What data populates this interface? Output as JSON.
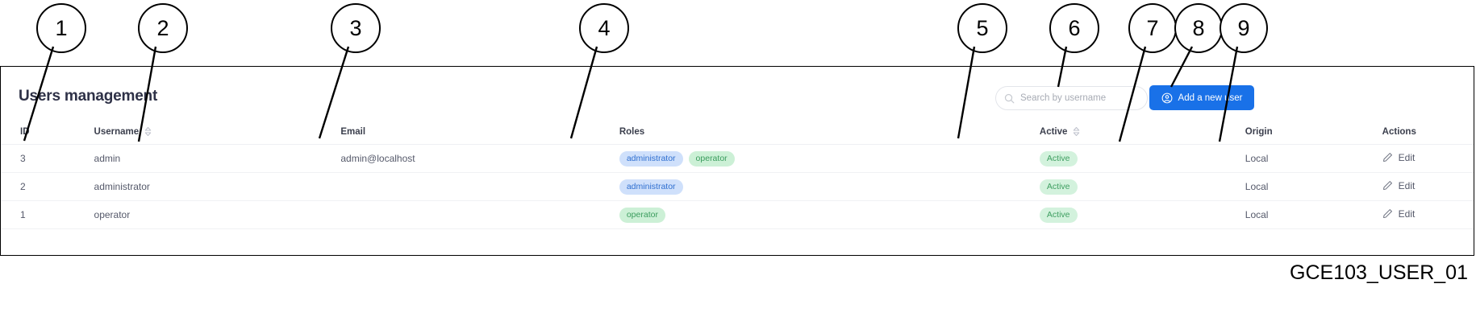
{
  "figure": {
    "caption": "GCE103_USER_01",
    "callouts": [
      {
        "number": "1"
      },
      {
        "number": "2"
      },
      {
        "number": "3"
      },
      {
        "number": "4"
      },
      {
        "number": "5"
      },
      {
        "number": "6"
      },
      {
        "number": "7"
      },
      {
        "number": "8"
      },
      {
        "number": "9"
      }
    ]
  },
  "header": {
    "title": "Users management"
  },
  "search": {
    "placeholder": "Search by username",
    "value": "",
    "icon": "search-icon"
  },
  "add_button": {
    "label": "Add a new user",
    "icon": "user-circle-icon",
    "color": "#1971e8"
  },
  "table": {
    "columns": [
      {
        "key": "id",
        "label": "ID",
        "sortable": false
      },
      {
        "key": "username",
        "label": "Username",
        "sortable": true
      },
      {
        "key": "email",
        "label": "Email",
        "sortable": false
      },
      {
        "key": "roles",
        "label": "Roles",
        "sortable": false
      },
      {
        "key": "active",
        "label": "Active",
        "sortable": true
      },
      {
        "key": "origin",
        "label": "Origin",
        "sortable": false
      },
      {
        "key": "actions",
        "label": "Actions",
        "sortable": false
      }
    ],
    "rows": [
      {
        "id": "3",
        "username": "admin",
        "email": "admin@localhost",
        "roles": [
          {
            "label": "administrator",
            "variant": "administrator"
          },
          {
            "label": "operator",
            "variant": "operator"
          }
        ],
        "active": "Active",
        "origin": "Local",
        "action_label": "Edit"
      },
      {
        "id": "2",
        "username": "administrator",
        "email": "",
        "roles": [
          {
            "label": "administrator",
            "variant": "administrator"
          }
        ],
        "active": "Active",
        "origin": "Local",
        "action_label": "Edit"
      },
      {
        "id": "1",
        "username": "operator",
        "email": "",
        "roles": [
          {
            "label": "operator",
            "variant": "operator"
          }
        ],
        "active": "Active",
        "origin": "Local",
        "action_label": "Edit"
      }
    ]
  },
  "colors": {
    "accent": "#1971e8",
    "badge_admin_bg": "#cfe0fb",
    "badge_admin_text": "#2f6fd0",
    "badge_operator_bg": "#ccf0d6",
    "badge_operator_text": "#3a9c5d",
    "badge_active_bg": "#d3f2dd",
    "badge_active_text": "#3e9e60",
    "title_text": "#2e3147"
  }
}
